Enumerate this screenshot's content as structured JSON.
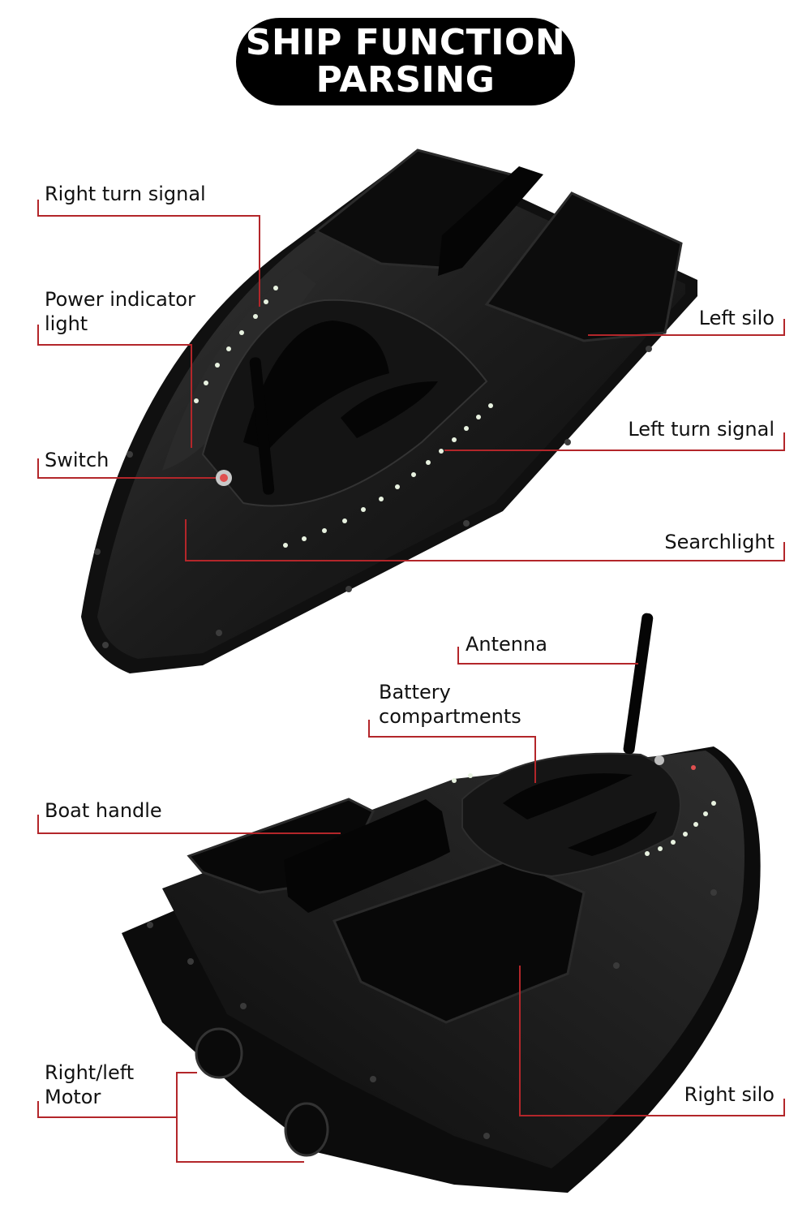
{
  "title": {
    "line1": "SHIP FUNCTION",
    "line2": "PARSING"
  },
  "labels": {
    "right_turn_signal": "Right turn signal",
    "power_indicator_1": "Power indicator",
    "power_indicator_2": "light",
    "switch": "Switch",
    "left_silo": "Left silo",
    "left_turn_signal": "Left turn signal",
    "searchlight": "Searchlight",
    "antenna": "Antenna",
    "battery_1": "Battery",
    "battery_2": "compartments",
    "boat_handle": "Boat handle",
    "motor_1": "Right/left",
    "motor_2": "Motor",
    "right_silo": "Right silo"
  },
  "colors": {
    "leader_line": "#b3262a",
    "pill": "#000000",
    "boat": "#1a1a1a"
  }
}
